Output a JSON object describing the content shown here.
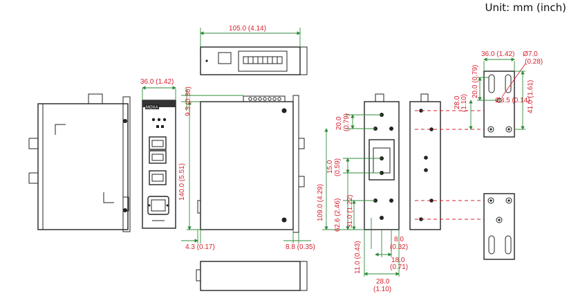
{
  "unit_label": "Unit: mm (inch)",
  "brand": "MOXA",
  "dimensions": {
    "top_width": "105.0 (4.14)",
    "front_width": "36.0 (1.42)",
    "front_top_offset": "9.3 (0.36)",
    "front_height": "140.0 (5.51)",
    "side_left_offset": "4.3 (0.17)",
    "side_right_offset": "8.8 (0.35)",
    "rail_20": "20.0",
    "rail_20_in": "(0.79)",
    "rail_109": "109.0 (4.29)",
    "rail_15": "15.0",
    "rail_15_in": "(0.59)",
    "rail_62": "62.6 (2.46)",
    "rail_31": "31.0 (1.22)",
    "rail_11": "11.0 (0.43)",
    "rail_8": "8.0",
    "rail_8_in": "(0.32)",
    "rail_18": "18.0",
    "rail_18_in": "(0.71)",
    "rail_28": "28.0",
    "rail_28_in": "(1.10)",
    "wall_36": "36.0 (1.42)",
    "wall_d7": "Ø7.0",
    "wall_d7_in": "(0.28)",
    "wall_20": "20.0 (0.79)",
    "wall_28": "28.0",
    "wall_28_in": "(1.10)",
    "wall_41": "41.0 (1.61)",
    "wall_d35": "Ø3.5 (0.14)"
  }
}
